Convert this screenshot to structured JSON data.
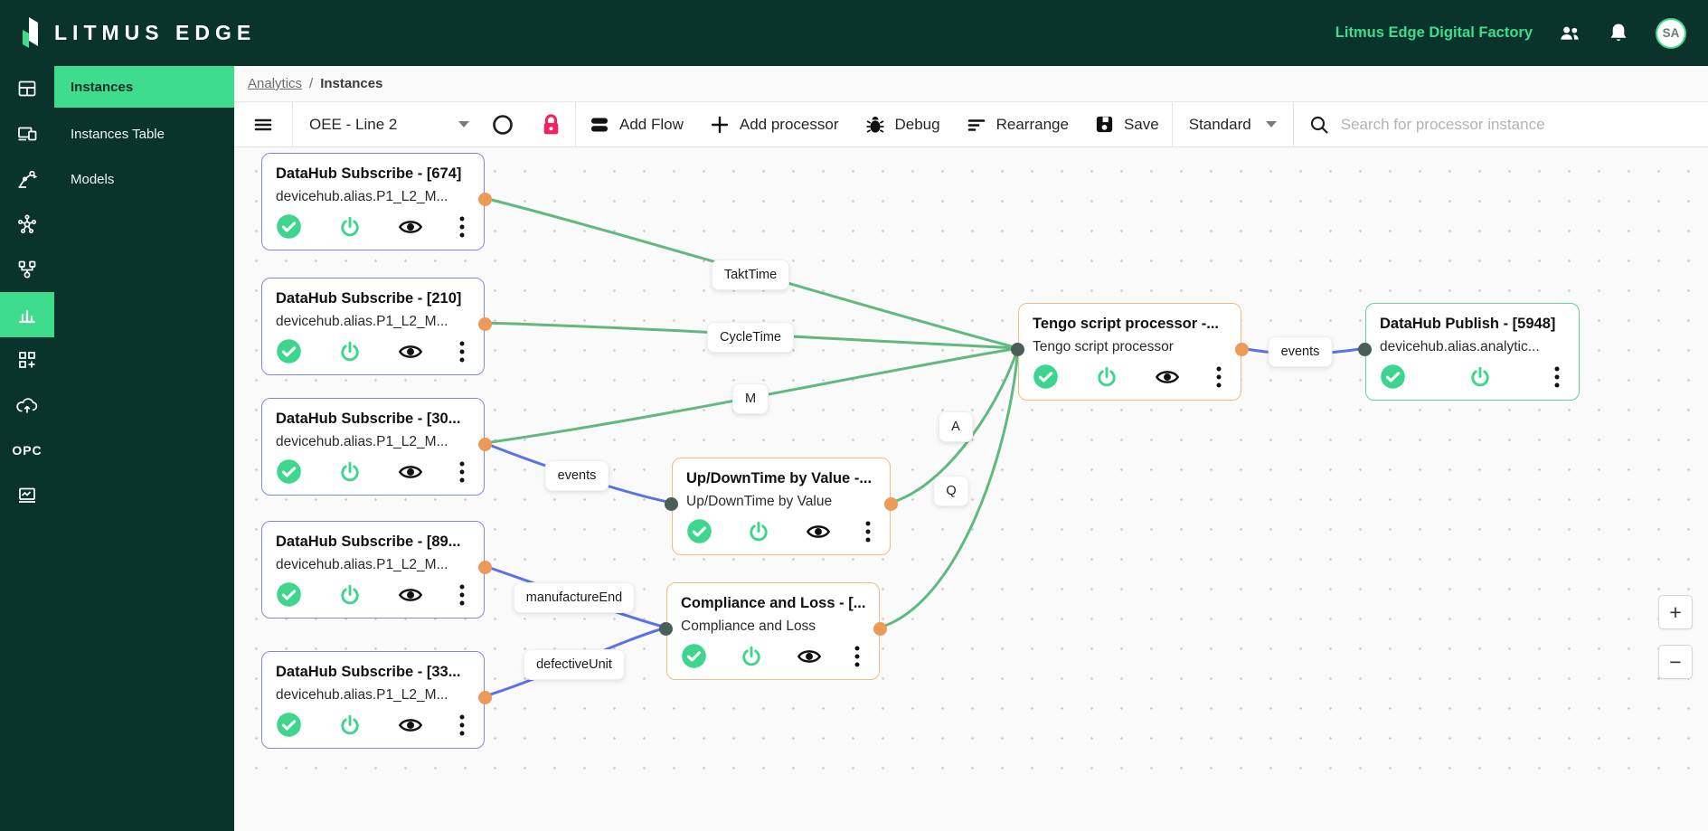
{
  "topbar": {
    "logo_text": "LITMUS EDGE",
    "tenant_name": "Litmus Edge Digital Factory",
    "avatar_initials": "SA"
  },
  "sidebar": {
    "items": [
      {
        "label": "Instances"
      },
      {
        "label": "Instances Table"
      },
      {
        "label": "Models"
      }
    ],
    "opc_label": "OPC"
  },
  "breadcrumb": {
    "parent": "Analytics",
    "separator": "/",
    "current": "Instances"
  },
  "toolbar": {
    "flow_name": "OEE - Line 2",
    "add_flow_label": "Add Flow",
    "add_processor_label": "Add processor",
    "debug_label": "Debug",
    "rearrange_label": "Rearrange",
    "save_label": "Save",
    "view_mode": "Standard",
    "search_placeholder": "Search for processor instance"
  },
  "canvas": {
    "nodes": [
      {
        "title": "DataHub Subscribe - [674]",
        "subtitle": "devicehub.alias.P1_L2_M..."
      },
      {
        "title": "DataHub Subscribe - [210]",
        "subtitle": "devicehub.alias.P1_L2_M..."
      },
      {
        "title": "DataHub Subscribe - [30...",
        "subtitle": "devicehub.alias.P1_L2_M..."
      },
      {
        "title": "DataHub Subscribe - [89...",
        "subtitle": "devicehub.alias.P1_L2_M..."
      },
      {
        "title": "DataHub Subscribe - [33...",
        "subtitle": "devicehub.alias.P1_L2_M..."
      },
      {
        "title": "Up/DownTime by Value -...",
        "subtitle": "Up/DownTime by Value"
      },
      {
        "title": "Compliance and Loss - [...",
        "subtitle": "Compliance and Loss"
      },
      {
        "title": "Tengo script processor -...",
        "subtitle": "Tengo script processor"
      },
      {
        "title": "DataHub Publish - [5948]",
        "subtitle": "devicehub.alias.analytic..."
      }
    ],
    "edge_labels": [
      {
        "text": "TaktTime"
      },
      {
        "text": "CycleTime"
      },
      {
        "text": "M"
      },
      {
        "text": "events"
      },
      {
        "text": "manufactureEnd"
      },
      {
        "text": "defectiveUnit"
      },
      {
        "text": "A"
      },
      {
        "text": "Q"
      },
      {
        "text": "events"
      }
    ],
    "zoom_in_label": "+",
    "zoom_out_label": "−"
  },
  "colors": {
    "brand_dark": "#09332b",
    "brand_green": "#3edc8d",
    "edge_green": "#60b97e",
    "edge_blue": "#5873e6",
    "node_border_blue": "#8186ee",
    "node_border_orange": "#f3bd7c",
    "node_border_green": "#5fd498",
    "lock_red": "#f0225f",
    "port_orange": "#eb9a57",
    "port_dark": "#4a5f58"
  }
}
